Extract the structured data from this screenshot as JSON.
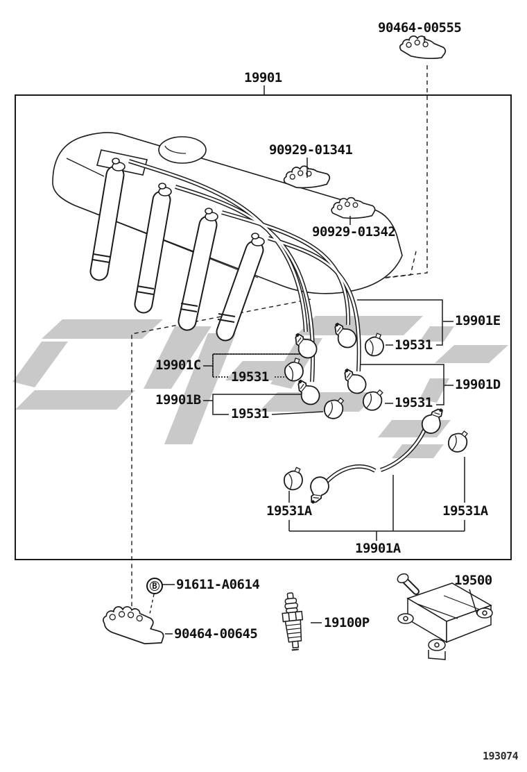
{
  "page": {
    "title": "ignition-coil-and-spark-plug-parts-diagram",
    "page_number": "193074",
    "colors": {
      "background": "#ffffff",
      "line": "#1a1a1a",
      "watermark": "#c9c9c9"
    }
  },
  "labels": {
    "clamp_top": "90464-00555",
    "main": "19901",
    "wire_clamp_1": "90929-01341",
    "wire_clamp_2": "90929-01342",
    "wire_e": "19901E",
    "grommet_e": "19531",
    "wire_c": "19901C",
    "grommet_c": "19531",
    "wire_d": "19901D",
    "wire_b": "19901B",
    "grommet_d": "19531",
    "grommet_b": "19531",
    "grommet_a_left": "19531A",
    "grommet_a_right": "19531A",
    "coil_wire": "19901A",
    "bolt_marker": "B",
    "bolt": "91611-A0614",
    "clamp_bottom": "90464-00645",
    "spark_plug": "19100P",
    "ignition_coil": "19500",
    "page_number": "193074"
  }
}
